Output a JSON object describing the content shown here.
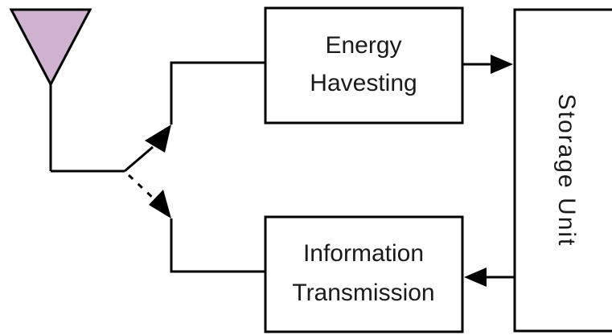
{
  "diagram": {
    "blocks": {
      "energy_harvesting": {
        "line1": "Energy",
        "line2": "Havesting"
      },
      "information_transmission": {
        "line1": "Information",
        "line2": "Transmission"
      },
      "storage_unit": {
        "label": "Storage Unit"
      }
    },
    "antenna": {
      "icon": "antenna-triangle-icon",
      "fill_color": "#cfb2cf"
    },
    "switch": {
      "active_path": "energy_harvesting",
      "inactive_path": "information_transmission"
    },
    "colors": {
      "stroke": "#000000",
      "text": "#1a1a1a",
      "background": "#ffffff"
    }
  }
}
